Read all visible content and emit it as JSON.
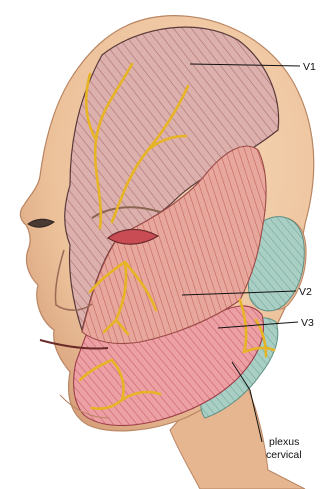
{
  "labels": {
    "v1": "V1",
    "v2": "V2",
    "v3": "V3",
    "plexus_line1": "plexus",
    "plexus_line2": "cervical"
  },
  "colors": {
    "background": "#ffffff",
    "skin": "#f0c9a3",
    "skin_shadow": "#d9a47c",
    "v1_fill": "#d9a8a6",
    "v2_fill": "#e39f99",
    "v3_fill": "#ea9aa0",
    "cervical_fill": "#9fc7bd",
    "nerve": "#e6b424",
    "hatch": "#b46a6a",
    "leader": "#111111"
  }
}
